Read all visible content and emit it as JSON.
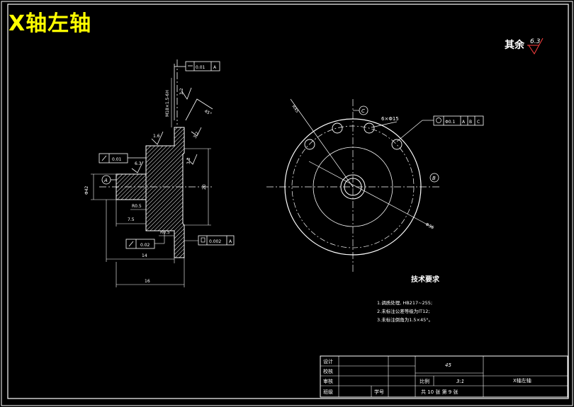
{
  "header": {
    "title": "X轴左轴"
  },
  "surface": {
    "symbol": "其余",
    "value": "6.3"
  },
  "front_view": {
    "top_fcf_value": "0.01",
    "top_fcf_datum": "A",
    "thread_label": "M18×1.5-6H",
    "chamfer_label": "45°",
    "rough_values": [
      "3.2",
      "1.6",
      "6.3",
      "3.2"
    ],
    "left_fcf_value": "0.01",
    "datum_a": "A",
    "dim_left_dia": "Φ42",
    "dim_height": "20",
    "dim_7_5": "7.5",
    "dim_r_top": "R0.5",
    "dim_r_bot": "R0.5",
    "dim_14": "14",
    "dim_16": "16",
    "bottom_fcf_value": "0.02",
    "right_fcf_value": "0.002",
    "right_fcf_datum": "A",
    "rough_small": "3.2"
  },
  "side_view": {
    "label_c": "C",
    "label_b": "B",
    "dim_r45": "R45",
    "hole_label": "6×Φ15",
    "pos_fcf_value": "Φ0.1",
    "pos_fcf_datums": [
      "A",
      "B",
      "C"
    ],
    "dia_label": "Φ36"
  },
  "tech": {
    "heading": "技术要求",
    "items": [
      "1.调质处理, HB217~255;",
      "2.未标注公差等级为IT12;",
      "3.未标注倒角为1.5×45°。"
    ]
  },
  "titleblock": {
    "design": "设计",
    "check": "校核",
    "review": "审核",
    "class_label": "班级",
    "student_no": "学号",
    "material": "45",
    "scale_label": "比例",
    "scale_value": "3:1",
    "part_name": "X轴左轴",
    "sheet_info": "共 10 张    第 9 张"
  }
}
